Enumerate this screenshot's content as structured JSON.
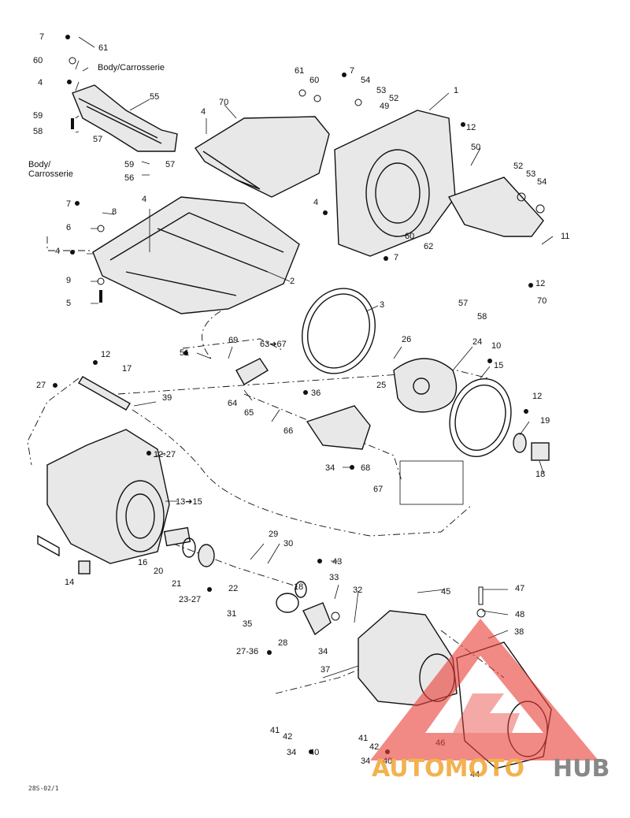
{
  "labels": {
    "body_top": "Body/Carrosserie",
    "body_left_line1": "Body/",
    "body_left_line2": "Carrosserie",
    "reference": "28S-02/1"
  },
  "callouts": [
    "7",
    "61",
    "60",
    "4",
    "59",
    "58",
    "57",
    "55",
    "4",
    "70",
    "59",
    "57",
    "56",
    "7",
    "8",
    "6",
    "4",
    "9",
    "5",
    "4",
    "2",
    "61",
    "60",
    "7",
    "54",
    "53",
    "52",
    "49",
    "1",
    "12",
    "50",
    "52",
    "53",
    "54",
    "4",
    "60",
    "62",
    "7",
    "11",
    "12",
    "70",
    "57",
    "58",
    "3",
    "26",
    "24",
    "25",
    "10",
    "15",
    "12",
    "19",
    "18",
    "51",
    "69",
    "63➔67",
    "36",
    "64",
    "65",
    "66",
    "34",
    "68",
    "67",
    "12",
    "17",
    "27",
    "39",
    "12-27",
    "13➔15",
    "16",
    "20",
    "21",
    "23-27",
    "22",
    "14",
    "29",
    "30",
    "43",
    "33",
    "32",
    "18",
    "31",
    "35",
    "28",
    "34",
    "27-36",
    "45",
    "47",
    "48",
    "38",
    "37",
    "41",
    "42",
    "34",
    "40",
    "41",
    "42",
    "34",
    "40",
    "46",
    "44"
  ],
  "watermark": {
    "part1": "AUTOMOTO",
    "part2": "HUB",
    "color_red": "#e8403a",
    "color_orange": "#f0a22a",
    "color_gray": "#6e6e6e"
  }
}
